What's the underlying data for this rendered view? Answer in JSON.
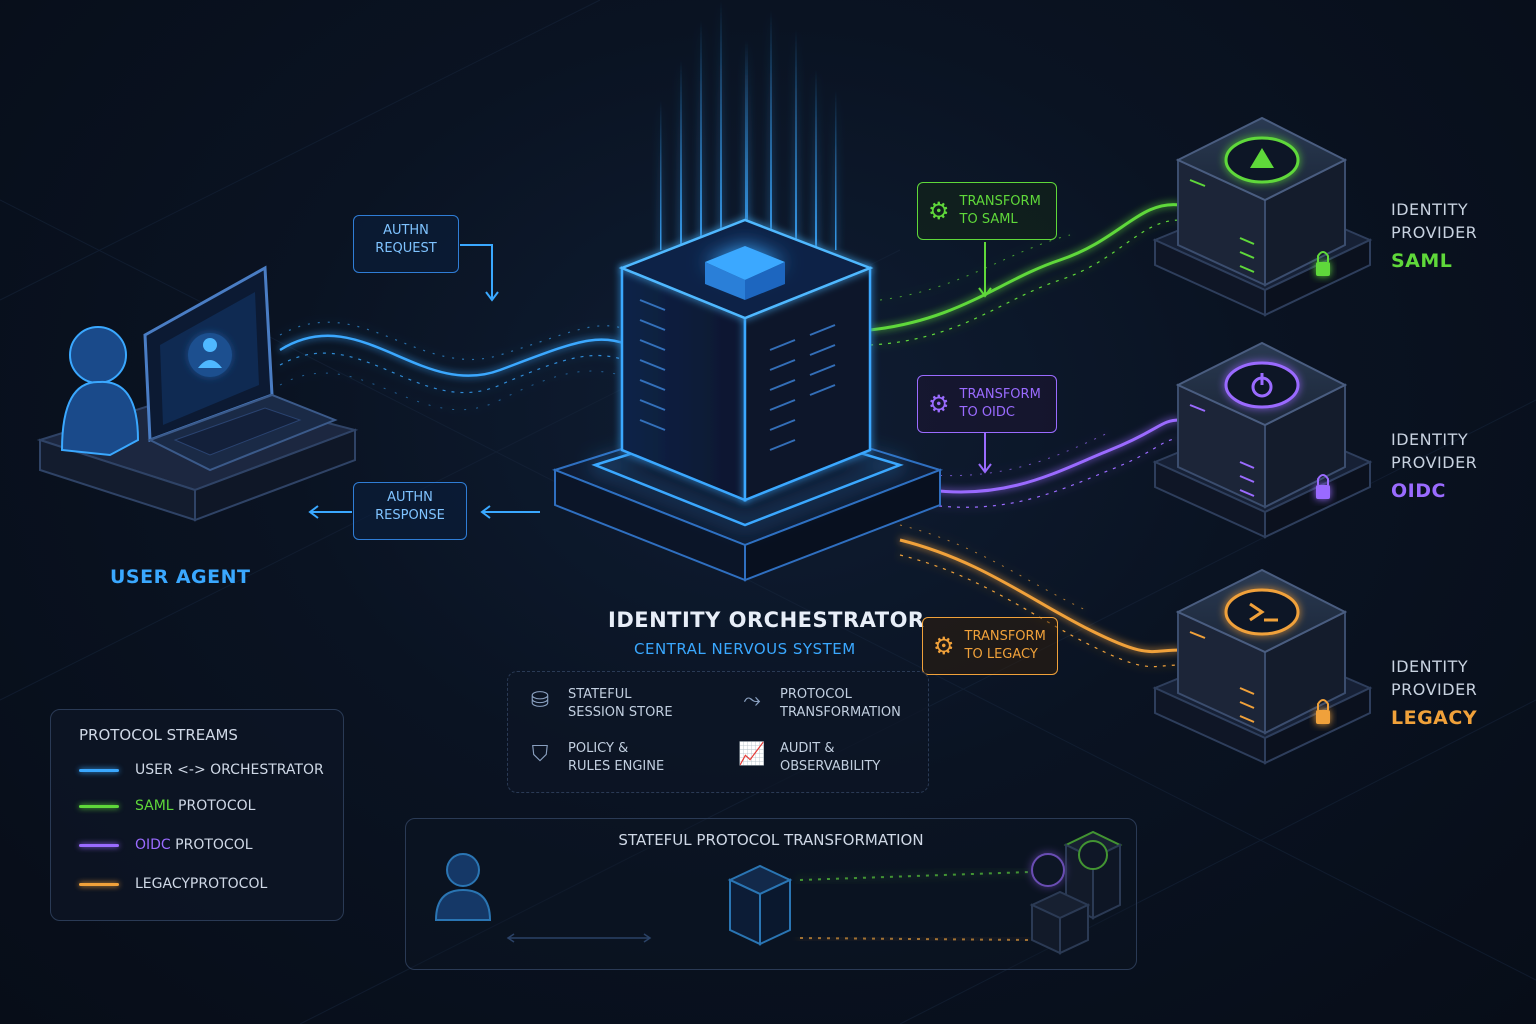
{
  "user_agent": {
    "label": "USER AGENT"
  },
  "authn_request": {
    "line1": "AUTHN",
    "line2": "REQUEST"
  },
  "authn_response": {
    "line1": "AUTHN",
    "line2": "RESPONSE"
  },
  "orchestrator": {
    "title": "IDENTITY ORCHESTRATOR",
    "subtitle": "CENTRAL NERVOUS SYSTEM"
  },
  "transforms": [
    {
      "line1": "TRANSFORM",
      "line2": "TO SAML",
      "color": "#5fd83a"
    },
    {
      "line1": "TRANSFORM",
      "line2": "TO OIDC",
      "color": "#9a6bff"
    },
    {
      "line1": "TRANSFORM",
      "line2": "TO LEGACY",
      "color": "#f0a13a"
    }
  ],
  "providers": [
    {
      "line1": "IDENTITY",
      "line2": "PROVIDER",
      "protocol": "SAML",
      "color": "#5fd83a",
      "icon": "triangle-logo-icon"
    },
    {
      "line1": "IDENTITY",
      "line2": "PROVIDER",
      "protocol": "OIDC",
      "color": "#9a6bff",
      "icon": "power-logo-icon"
    },
    {
      "line1": "IDENTITY",
      "line2": "PROVIDER",
      "protocol": "LEGACY",
      "color": "#f0a13a",
      "icon": "terminal-logo-icon"
    }
  ],
  "features": [
    {
      "line1": "STATEFUL",
      "line2": "SESSION STORE",
      "icon": "database-icon"
    },
    {
      "line1": "PROTOCOL",
      "line2": "TRANSFORMATION",
      "icon": "flow-icon"
    },
    {
      "line1": "POLICY &",
      "line2": "RULES ENGINE",
      "icon": "shield-check-icon"
    },
    {
      "line1": "AUDIT &",
      "line2": "OBSERVABILITY",
      "icon": "chart-icon"
    }
  ],
  "legend": {
    "title": "PROTOCOL STREAMS",
    "items": [
      {
        "prefix": "USER <-> ORCHESTRATOR",
        "rest": "",
        "color": "#3aa8ff"
      },
      {
        "prefix": "SAML",
        "rest": " PROTOCOL",
        "color": "#5fd83a"
      },
      {
        "prefix": "OIDC",
        "rest": " PROTOCOL",
        "color": "#9a6bff"
      },
      {
        "prefix": "LEGACY",
        "rest": " PROTOCOL",
        "color": "#f0a13a"
      }
    ]
  },
  "bottom_panel": {
    "title": "STATEFUL PROTOCOL TRANSFORMATION"
  },
  "colors": {
    "blue": "#3aa8ff",
    "green": "#5fd83a",
    "purple": "#9a6bff",
    "orange": "#f0a13a"
  }
}
